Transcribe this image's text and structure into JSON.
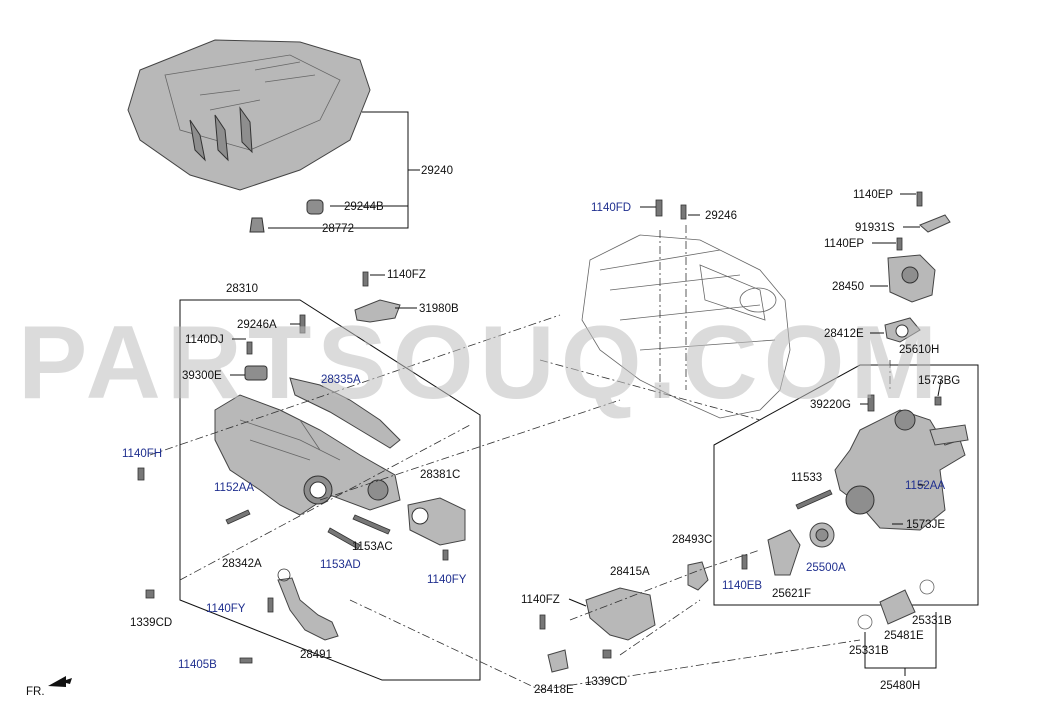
{
  "watermark": "PARTSOUQ.COM",
  "direction": "FR.",
  "labels": {
    "p29240": "29240",
    "p29244B": "29244B",
    "p28772": "28772",
    "p28310": "28310",
    "p1140FZ_top": "1140FZ",
    "p31980B": "31980B",
    "p29246A": "29246A",
    "p1140DJ": "1140DJ",
    "p39300E": "39300E",
    "p28335A": "28335A",
    "p1140FH": "1140FH",
    "p1152AA_left": "1152AA",
    "p28381C": "28381C",
    "p1153AC": "1153AC",
    "p28342A": "28342A",
    "p1153AD": "1153AD",
    "p1140FY_right": "1140FY",
    "p1339CD_left": "1339CD",
    "p1140FY_left": "1140FY",
    "p28491": "28491",
    "p11405B": "11405B",
    "p1140FD": "1140FD",
    "p29246": "29246",
    "p1140EP_top": "1140EP",
    "p91931S": "91931S",
    "p1140EP_mid": "1140EP",
    "p28450": "28450",
    "p28412E": "28412E",
    "p25610H": "25610H",
    "p1573BG": "1573BG",
    "p39220G": "39220G",
    "p11533": "11533",
    "p1152AA_right": "1152AA",
    "p1573JE": "1573JE",
    "p28493C": "28493C",
    "p1140EB": "1140EB",
    "p25621F": "25621F",
    "p25500A": "25500A",
    "p28415A": "28415A",
    "p1140FZ_bottom": "1140FZ",
    "p25331B_right": "25331B",
    "p25481E": "25481E",
    "p25331B_left": "25331B",
    "p28418E": "28418E",
    "p1339CD_bottom": "1339CD",
    "p25480H": "25480H"
  },
  "colors": {
    "label_blue": "#1f2f8f",
    "label_black": "#111111",
    "watermark": "#bdbdbd"
  }
}
